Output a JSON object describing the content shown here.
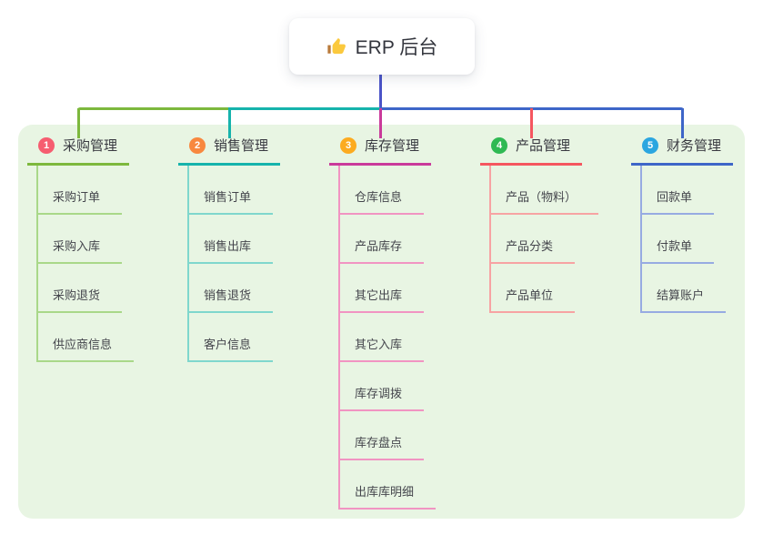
{
  "root": {
    "title": "ERP 后台",
    "icon": "thumbs-up-icon"
  },
  "colors": {
    "panel_background": "#e8f5e3",
    "trunk_connector": "#4b54c8",
    "root_text": "#34363e"
  },
  "branches": [
    {
      "number": "1",
      "label": "采购管理",
      "badge_color": "#f65d70",
      "line_color": "#7db83d",
      "child_line_color": "#a9d889",
      "children": [
        "采购订单",
        "采购入库",
        "采购退货",
        "供应商信息"
      ]
    },
    {
      "number": "2",
      "label": "销售管理",
      "badge_color": "#f8883f",
      "line_color": "#16b3ac",
      "child_line_color": "#7fd7cd",
      "children": [
        "销售订单",
        "销售出库",
        "销售退货",
        "客户信息"
      ]
    },
    {
      "number": "3",
      "label": "库存管理",
      "badge_color": "#fcab20",
      "line_color": "#ca3a9b",
      "child_line_color": "#f194c2",
      "children": [
        "仓库信息",
        "产品库存",
        "其它出库",
        "其它入库",
        "库存调拨",
        "库存盘点",
        "出库库明细"
      ]
    },
    {
      "number": "4",
      "label": "产品管理",
      "badge_color": "#2fb953",
      "line_color": "#f5565f",
      "child_line_color": "#f7a3a3",
      "children": [
        "产品（物料）",
        "产品分类",
        "产品单位"
      ]
    },
    {
      "number": "5",
      "label": "财务管理",
      "badge_color": "#2ba6e0",
      "line_color": "#3e66c8",
      "child_line_color": "#97abe2",
      "children": [
        "回款单",
        "付款单",
        "结算账户"
      ]
    }
  ]
}
